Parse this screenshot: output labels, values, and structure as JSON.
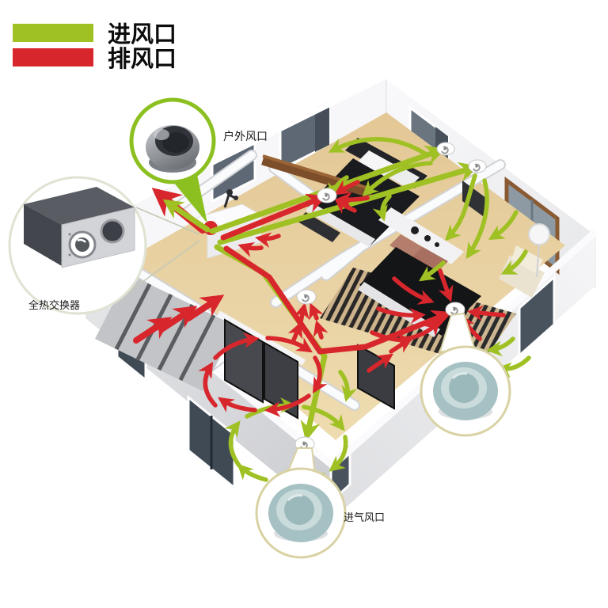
{
  "legend": {
    "items": [
      {
        "label": "进风口",
        "color": "#9fc123"
      },
      {
        "label": "排风口",
        "color": "#d8262d"
      }
    ]
  },
  "callouts": {
    "outdoor_vent": {
      "label": "户外风口"
    },
    "heat_exchanger": {
      "label": "全热交换器"
    },
    "intake_vent": {
      "label": "进气风口"
    }
  },
  "colors": {
    "supply_green": "#9fc123",
    "exhaust_red": "#d8262d"
  }
}
